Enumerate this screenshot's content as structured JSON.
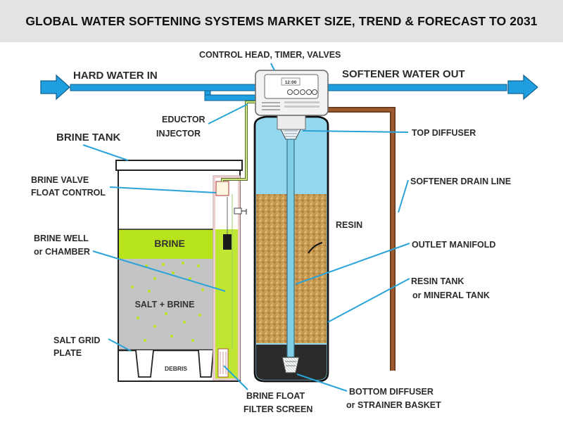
{
  "title": "GLOBAL WATER SOFTENING SYSTEMS MARKET SIZE, TREND & FORECAST TO 2031",
  "flow": {
    "hard_water_in": "HARD WATER IN",
    "softener_water_out": "SOFTENER WATER OUT"
  },
  "control_head": {
    "label": "CONTROL HEAD, TIMER, VALVES",
    "display": "12:00"
  },
  "labels": {
    "eductor_1": "EDUCTOR",
    "eductor_2": "INJECTOR",
    "brine_tank": "BRINE TANK",
    "brine_valve_1": "BRINE VALVE",
    "brine_valve_2": "FLOAT CONTROL",
    "brine_well_1": "BRINE WELL",
    "brine_well_2": "or CHAMBER",
    "salt_grid_1": "SALT GRID",
    "salt_grid_2": "PLATE",
    "brine_float_1": "BRINE FLOAT",
    "brine_float_2": "FILTER SCREEN",
    "top_diffuser": "TOP DIFFUSER",
    "drain_line": "SOFTENER DRAIN LINE",
    "resin": "RESIN",
    "outlet_manifold": "OUTLET MANIFOLD",
    "resin_tank_1": "RESIN TANK",
    "resin_tank_2": "or MINERAL TANK",
    "bottom_diffuser_1": "BOTTOM DIFFUSER",
    "bottom_diffuser_2": "or STRAINER BASKET"
  },
  "tank_text": {
    "brine": "BRINE",
    "salt_brine": "SALT + BRINE",
    "debris": "DEBRIS"
  },
  "colors": {
    "water_pipe": "#1f9fe0",
    "brine": "#b8e41c",
    "salt": "#c4c4c4",
    "resin": "#c99a4f",
    "drain": "#9c5a2e",
    "leader": "#2aa3d8"
  }
}
